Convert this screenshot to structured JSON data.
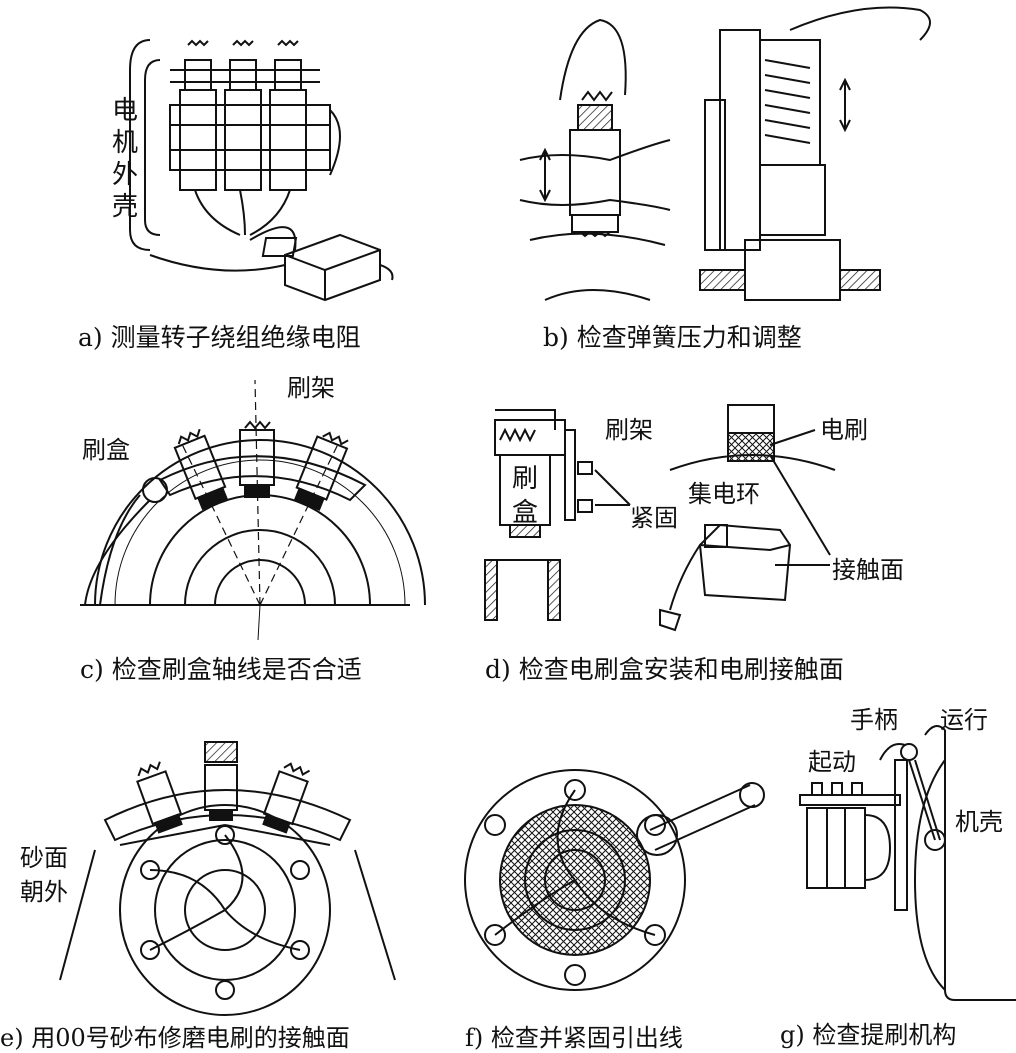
{
  "panels": {
    "a": {
      "caption": "a) 测量转子绕组绝缘电阻",
      "labels": {
        "housing": [
          "电",
          "机",
          "外",
          "壳"
        ]
      }
    },
    "b": {
      "caption": "b) 检查弹簧压力和调整"
    },
    "c": {
      "caption": "c) 检查刷盒轴线是否合适",
      "labels": {
        "brush_holder": "刷架",
        "brush_box": "刷盒"
      }
    },
    "d": {
      "caption": "d) 检查电刷盒安装和电刷接触面",
      "labels": {
        "holder": "刷架",
        "box_top": "刷",
        "box_bottom": "盒",
        "fasten": "紧固",
        "brush": "电刷",
        "ring": "集电环",
        "contact": "接触面"
      }
    },
    "e": {
      "caption": "e) 用00号砂布修磨电刷的接触面",
      "labels": {
        "sand_line1": "砂面",
        "sand_line2": "朝外"
      }
    },
    "f": {
      "caption": "f) 检查并紧固引出线"
    },
    "g": {
      "caption": "g) 检查提刷机构",
      "labels": {
        "handle": "手柄",
        "run": "运行",
        "start": "起动",
        "housing": "机壳"
      }
    }
  }
}
